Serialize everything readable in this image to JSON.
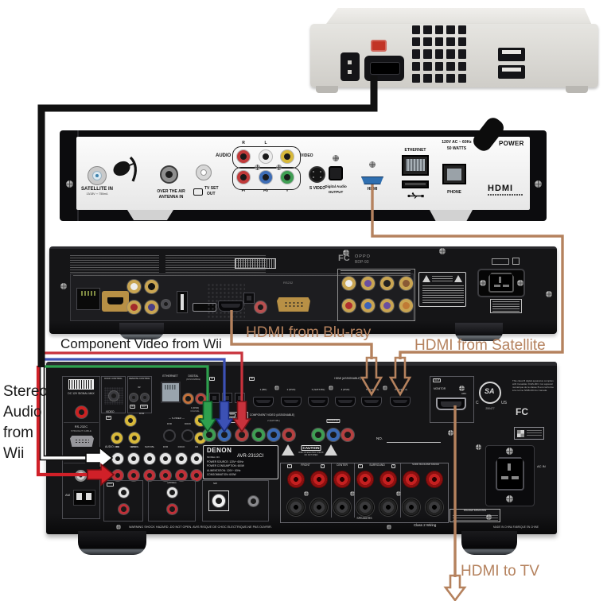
{
  "annotations": {
    "component_video": "Component Video from Wii",
    "stereo_audio_lines": [
      "Stereo",
      "Audio",
      "from",
      "Wii"
    ],
    "hdmi_from_bluray": "HDMI from Blu-ray",
    "hdmi_from_satellite": "HDMI from Satellite",
    "hdmi_to_tv": "HDMI to TV"
  },
  "colors": {
    "hdmi_cable": "#b5825e",
    "component_red": "#c8323c",
    "component_blue": "#3c51b5",
    "component_green": "#2ea04e",
    "stereo_red": "#d02028",
    "stereo_white": "#ffffff",
    "wii_cable": "#111111"
  },
  "satellite": {
    "satellite_in": "SATELLITE IN",
    "satellite_in_spec": "13/18V ⎓ 750mA",
    "antenna_in_1": "OVER THE AIR",
    "antenna_in_2": "ANTENNA IN",
    "tv_set_out_1": "TV SET",
    "tv_set_out_2": "OUT",
    "audio": "AUDIO",
    "r": "R",
    "l": "L",
    "video": "VIDEO",
    "pr": "Pr",
    "pb": "Pb",
    "y": "Y",
    "s_video": "S VIDEO",
    "digital_audio_1": "Digital Audio",
    "digital_audio_2": "OUTPUT",
    "hdmi": "HDMI",
    "ethernet": "ETHERNET",
    "phone": "PHONE",
    "rating_1": "120V AC ~ 60Hz",
    "rating_2": "50 WATTS",
    "power": "POWER",
    "hdmi_logo": "HDMI"
  },
  "bluray": {
    "fcc": "FC",
    "brand": "OPPO",
    "model": "BDP-93",
    "rs232": "RS232"
  },
  "receiver": {
    "dc12v": "DC 12V SIGNAL MAX",
    "rs232c": "RS-232C",
    "straight_cable": "STRAIGHT CABLE",
    "dock_control": "DOCK CONTROL",
    "remote_control": "REMOTE CONTROL",
    "ir": "IR",
    "in": "IN",
    "out": "OUT",
    "ethernet": "ETHERNET",
    "digital": "DIGITAL",
    "assignable": "(ASSIGNABLE)",
    "digital_1": "1 (DVD)",
    "coaxial": "COAXIAL",
    "hdmi_header": "HDMI (ASSIGNABLE)",
    "hdmi_ports": [
      "1  (BD)",
      "2  (DVD)",
      "3  (SAT/CBL)",
      "4  (DVR)",
      "5  (GAME 1)",
      "6  (GAME 2)"
    ],
    "monitor": "MONITOR",
    "arc": "ARC",
    "component_header": "COMPONENT VIDEO (ASSIGNABLE)",
    "component_sub": "2 (SAT/CBL)",
    "video": "VIDEO",
    "dvr": "DVR",
    "dvd": "DVD",
    "sat_cbl": "SAT/CBL",
    "s_video": "— S-VIDEO —",
    "dock": "DOCK",
    "audio": "AUDIO",
    "audio_ports": [
      "BD",
      "DVD",
      "SAT/CBL",
      "DVR",
      "DOCK",
      "CD"
    ],
    "fm": "FM",
    "am": "AM",
    "zone2": "(ZONE2)",
    "sw": "SW",
    "denon": {
      "brand": "DENON",
      "model_no": "MODEL NO.",
      "model": "AVR-2312CI",
      "line1": "POWER SOURCE: 120V~ 60Hz",
      "line2": "POWER CONSUMPTION: 600W",
      "line3": "ALIMENTATION: 120V~ 60Hz",
      "line4": "CONSOMMATION:         600W"
    },
    "caution": "CAUTION",
    "caution_sub": "RISK OF ELECTRIC SHOCK DO NOT OPEN",
    "no_label": "NO.",
    "csa_sa": "SA",
    "csa_c": "C",
    "csa_us": "US",
    "csa_num": "250477",
    "ices": "This class B digital apparatus complies with Canadian ICES-003. Cet appareil numérique de la classe B est conforme à la norme NMB-003 du Canada.",
    "fcc": "FC",
    "speakers": {
      "front": "FRONT",
      "center": "CENTER",
      "surround": "SURROUND",
      "surr_back": "SURR. BACK/AMP ASSIGN",
      "r": "R",
      "l": "L",
      "speakers": "SPEAKERS",
      "class2": "Class 2 Wiring",
      "impedance": "SPEAKER IMPEDANCE"
    },
    "warning": "WARNING SHOCK HAZARD -DO NOT OPEN.  AVIS RISQUE DE CHOC ELECTRIQUE-NE PAS OUVRIR.",
    "ac_in": "AC IN",
    "made_in": "MADE IN CHINA    FABRIQUE EN CHINE"
  }
}
